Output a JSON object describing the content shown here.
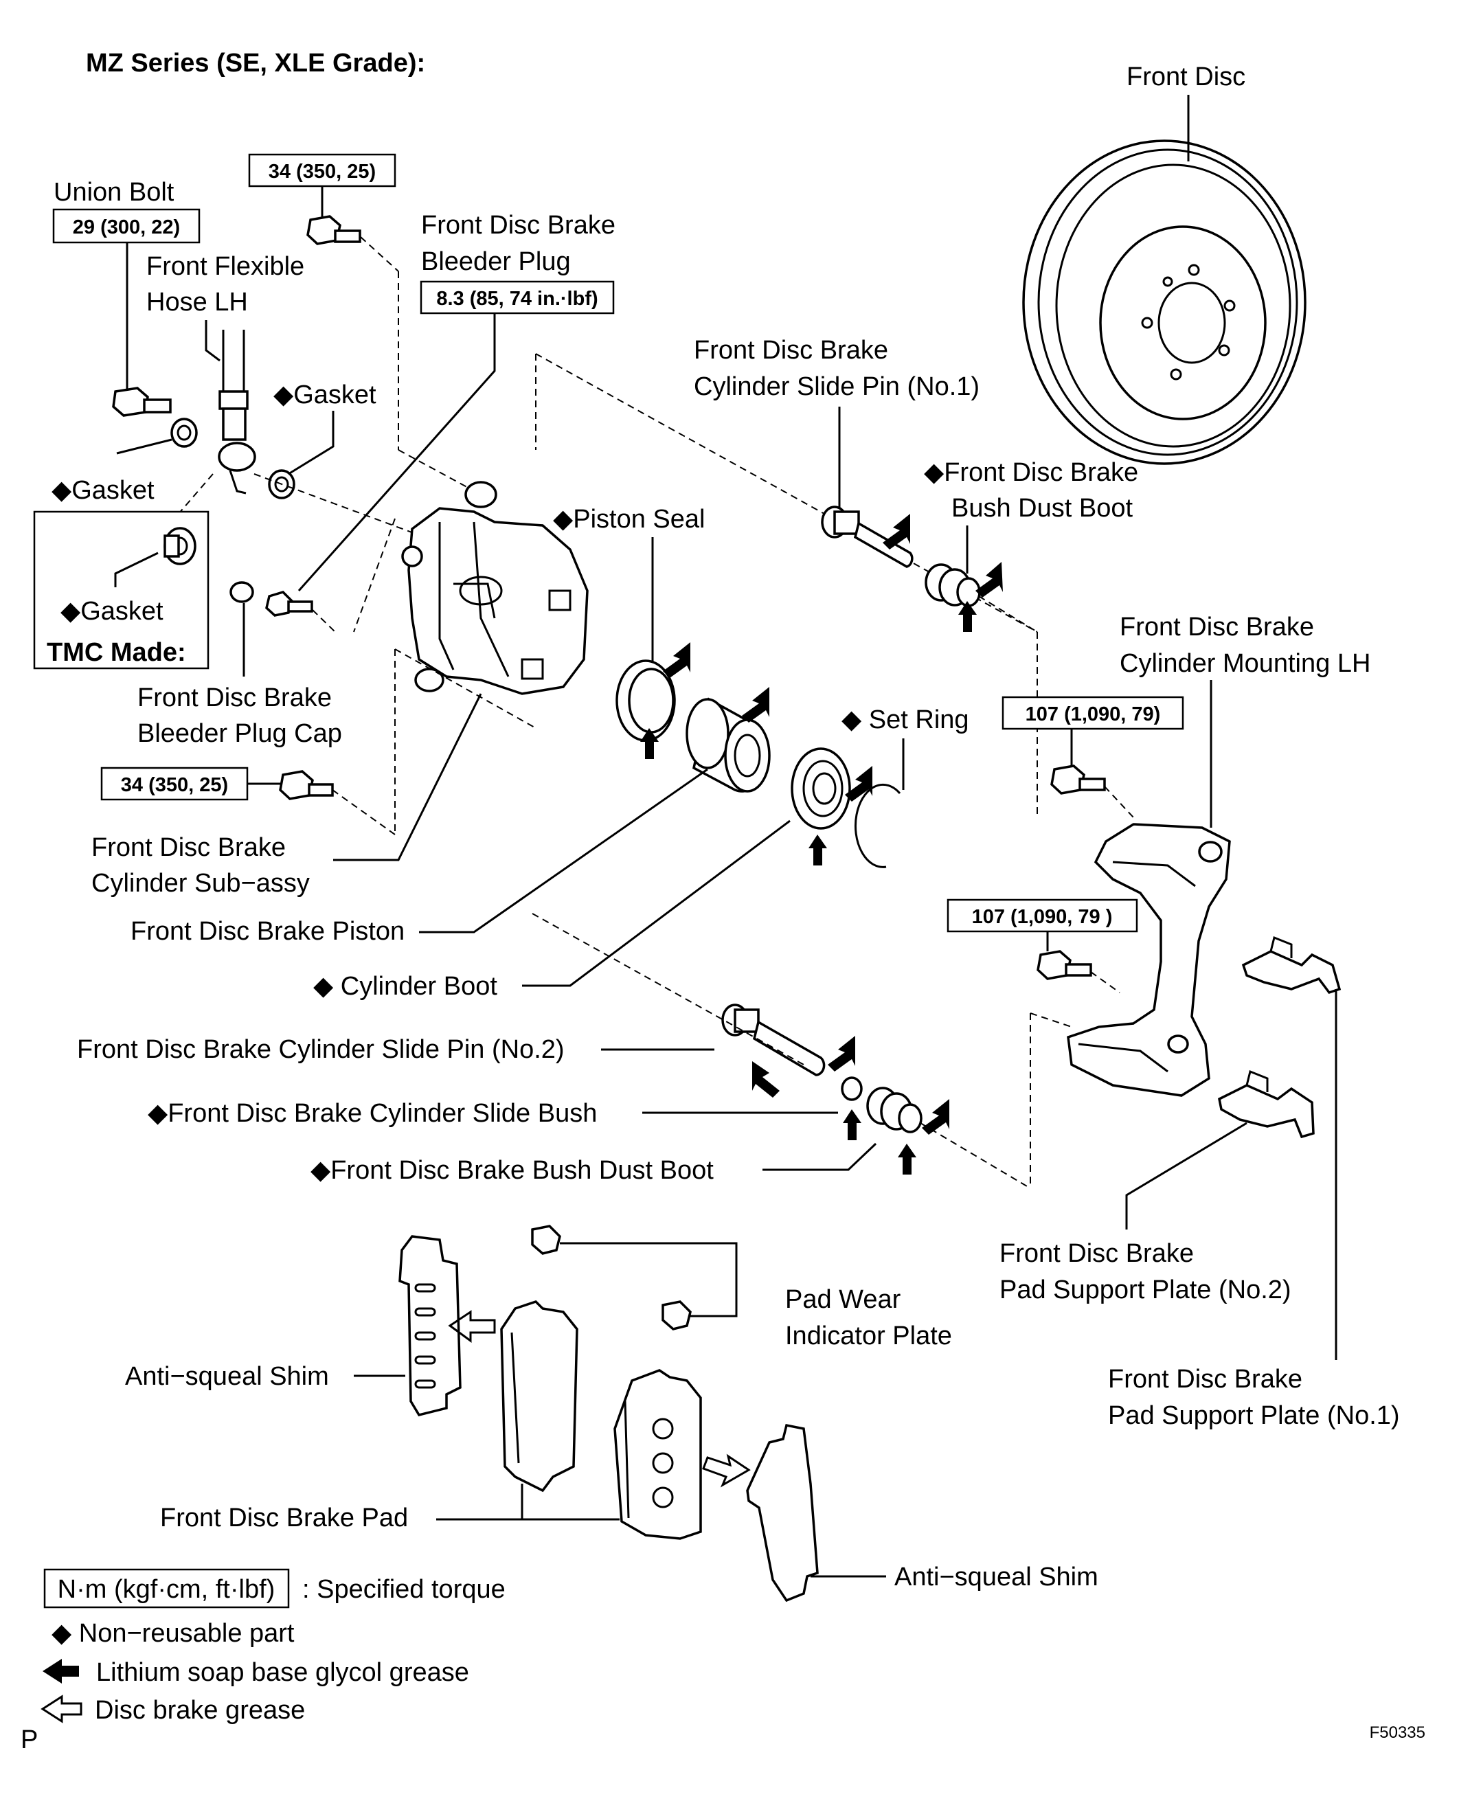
{
  "title": "MZ Series (SE, XLE Grade):",
  "figure_id": "F50335",
  "corner_letter": "P",
  "parts": {
    "front_disc": "Front Disc",
    "union_bolt": "Union Bolt",
    "front_flexible_hose_1": "Front Flexible",
    "front_flexible_hose_2": "Hose LH",
    "bleeder_plug_1": "Front Disc Brake",
    "bleeder_plug_2": "Bleeder Plug",
    "slide_pin1_1": "Front Disc Brake",
    "slide_pin1_2": "Cylinder Slide Pin (No.1)",
    "gasket_a": "◆Gasket",
    "gasket_b": "◆Gasket",
    "gasket_c": "◆Gasket",
    "tmc_made": "TMC Made:",
    "bush_dust_boot_top_1": "◆Front Disc Brake",
    "bush_dust_boot_top_2": "Bush Dust Boot",
    "piston_seal": "◆Piston Seal",
    "cyl_mounting_1": "Front Disc Brake",
    "cyl_mounting_2": "Cylinder Mounting LH",
    "bleeder_cap_1": "Front Disc Brake",
    "bleeder_cap_2": "Bleeder Plug Cap",
    "set_ring": "◆ Set Ring",
    "cyl_sub_assy_1": "Front Disc Brake",
    "cyl_sub_assy_2": "Cylinder Sub−assy",
    "piston": "Front Disc Brake Piston",
    "cylinder_boot": "◆ Cylinder Boot",
    "slide_pin2": "Front Disc Brake Cylinder Slide Pin (No.2)",
    "slide_bush": "◆Front Disc Brake Cylinder Slide Bush",
    "bush_dust_boot_bottom": "◆Front Disc Brake Bush Dust Boot",
    "pad_support2_1": "Front Disc Brake",
    "pad_support2_2": "Pad Support Plate (No.2)",
    "pad_wear_1": "Pad Wear",
    "pad_wear_2": "Indicator Plate",
    "anti_squeal_left": "Anti−squeal Shim",
    "pad_support1_1": "Front Disc Brake",
    "pad_support1_2": "Pad Support Plate (No.1)",
    "brake_pad": "Front Disc Brake Pad",
    "anti_squeal_right": "Anti−squeal Shim"
  },
  "torques": {
    "union_bolt": "29 (300, 22)",
    "top_bolt": "34 (350, 25)",
    "bleeder": "8.3 (85, 74 in.·lbf)",
    "lower_bolt": "34 (350, 25)",
    "mount_upper": "107 (1,090, 79)",
    "mount_lower": "107 (1,090, 79 )"
  },
  "legend": {
    "torque_unit": "N·m (kgf·cm, ft·lbf)",
    "torque_desc": ": Specified torque",
    "non_reusable": "◆ Non−reusable part",
    "lithium": "Lithium soap base glycol grease",
    "disc_grease": "Disc brake grease"
  }
}
